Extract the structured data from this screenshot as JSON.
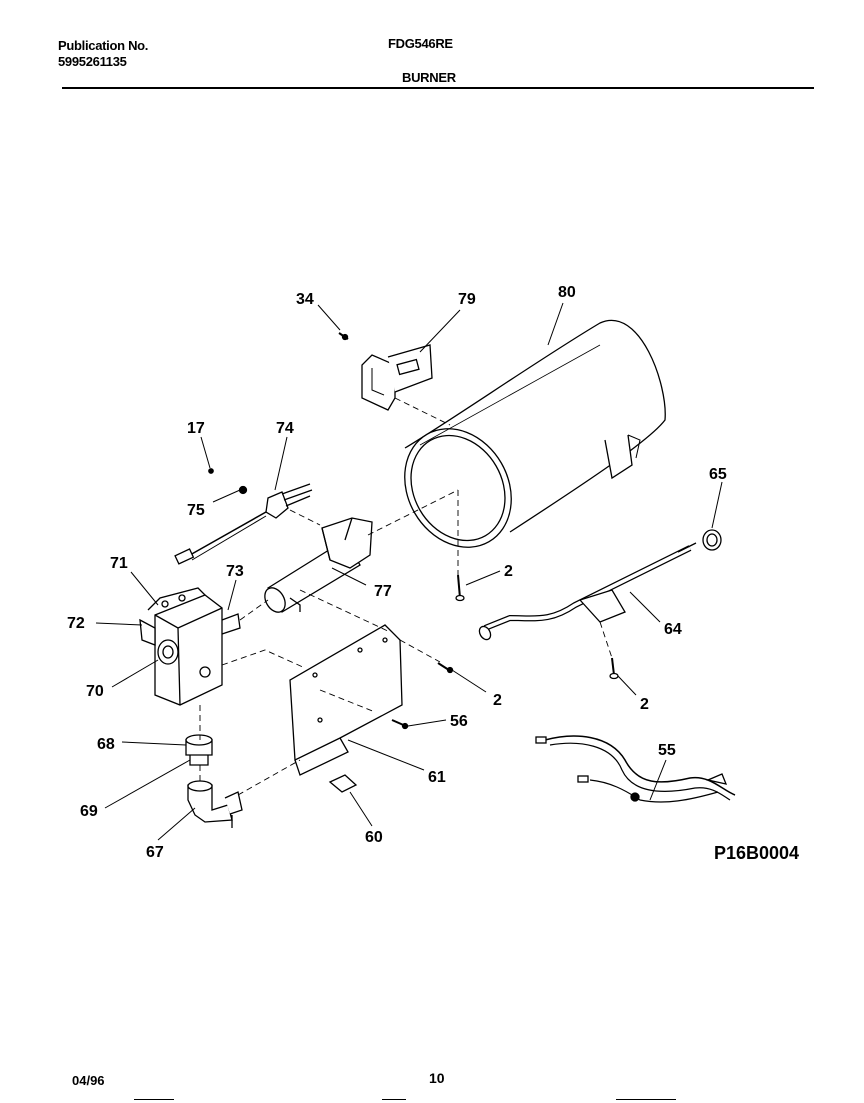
{
  "header": {
    "publication_label": "Publication No.",
    "publication_number": "5995261135",
    "model": "FDG546RE",
    "section": "BURNER"
  },
  "callouts": {
    "c34": "34",
    "c79": "79",
    "c80": "80",
    "c17": "17",
    "c74": "74",
    "c75": "75",
    "c65": "65",
    "c71": "71",
    "c73": "73",
    "c72": "72",
    "c77": "77",
    "c2a": "2",
    "c64": "64",
    "c70": "70",
    "c2b": "2",
    "c2c": "2",
    "c56": "56",
    "c68": "68",
    "c55": "55",
    "c61": "61",
    "c69": "69",
    "c60": "60",
    "c67": "67"
  },
  "reference_code": "P16B0004",
  "footer": {
    "date": "04/96",
    "page": "10"
  }
}
